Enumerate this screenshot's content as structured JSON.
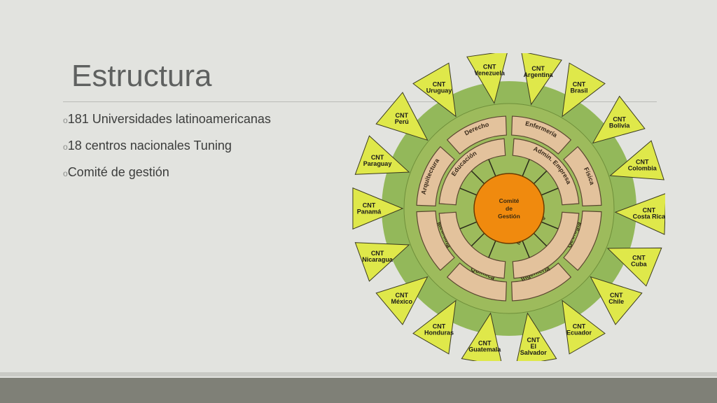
{
  "slide": {
    "title": "Estructura",
    "bullets": [
      {
        "marker": "o",
        "text": "181 Universidades latinoamericanas"
      },
      {
        "marker": "o",
        "text": "18 centros nacionales Tuning"
      },
      {
        "marker": "o",
        "text": "Comité de gestión"
      }
    ]
  },
  "diagram": {
    "center_lines": [
      "Comité",
      "de",
      "Gestión"
    ],
    "inner_labels": [
      {
        "text": "Educación",
        "angle": -45
      },
      {
        "text": "Admin. Empresa",
        "angle": 45
      },
      {
        "text": "Matemáticas",
        "angle": 135
      },
      {
        "text": "Historia",
        "angle": -135
      }
    ],
    "outer_labels": [
      {
        "text": "Derecho",
        "angle": -22
      },
      {
        "text": "Enfermería",
        "angle": 22
      },
      {
        "text": "Física",
        "angle": 68
      },
      {
        "text": "Geología",
        "angle": 112
      },
      {
        "text": "Ingeniería",
        "angle": 158
      },
      {
        "text": "Química",
        "angle": -158
      },
      {
        "text": "Medicina",
        "angle": -112
      },
      {
        "text": "Arquitectura",
        "angle": -68
      }
    ],
    "countries": [
      {
        "lines": [
          "CNT",
          "Venezuela"
        ],
        "angle": -8
      },
      {
        "lines": [
          "CNT",
          "Argentina"
        ],
        "angle": 12
      },
      {
        "lines": [
          "CNT",
          "Brasil"
        ],
        "angle": 30
      },
      {
        "lines": [
          "CNT",
          "Bolivia"
        ],
        "angle": 52
      },
      {
        "lines": [
          "CNT",
          "Colombia"
        ],
        "angle": 72
      },
      {
        "lines": [
          "CNT",
          "Costa Rica"
        ],
        "angle": 92
      },
      {
        "lines": [
          "CNT",
          "Cuba"
        ],
        "angle": 112
      },
      {
        "lines": [
          "CNT",
          "Chile"
        ],
        "angle": 130
      },
      {
        "lines": [
          "CNT",
          "Ecuador"
        ],
        "angle": 150
      },
      {
        "lines": [
          "CNT",
          "El",
          "Salvador"
        ],
        "angle": 170
      },
      {
        "lines": [
          "CNT",
          "Guatemala"
        ],
        "angle": 190
      },
      {
        "lines": [
          "CNT",
          "Honduras"
        ],
        "angle": 210
      },
      {
        "lines": [
          "CNT",
          "México"
        ],
        "angle": 230
      },
      {
        "lines": [
          "CNT",
          "Nicaragua"
        ],
        "angle": 250
      },
      {
        "lines": [
          "CNT",
          "Panamá"
        ],
        "angle": 270
      },
      {
        "lines": [
          "CNT",
          "Paraguay"
        ],
        "angle": 290
      },
      {
        "lines": [
          "CNT",
          "Perú"
        ],
        "angle": 310
      },
      {
        "lines": [
          "CNT",
          "Uruguay"
        ],
        "angle": 330
      }
    ],
    "colors": {
      "outer_disc": "#93b85a",
      "ring_band": "#9dbb5c",
      "segment": "#e3c29c",
      "segment_stroke": "#5a4630",
      "center": "#f08a0e",
      "triangle": "#dfe84a",
      "triangle_stroke": "#3a3a20"
    }
  }
}
